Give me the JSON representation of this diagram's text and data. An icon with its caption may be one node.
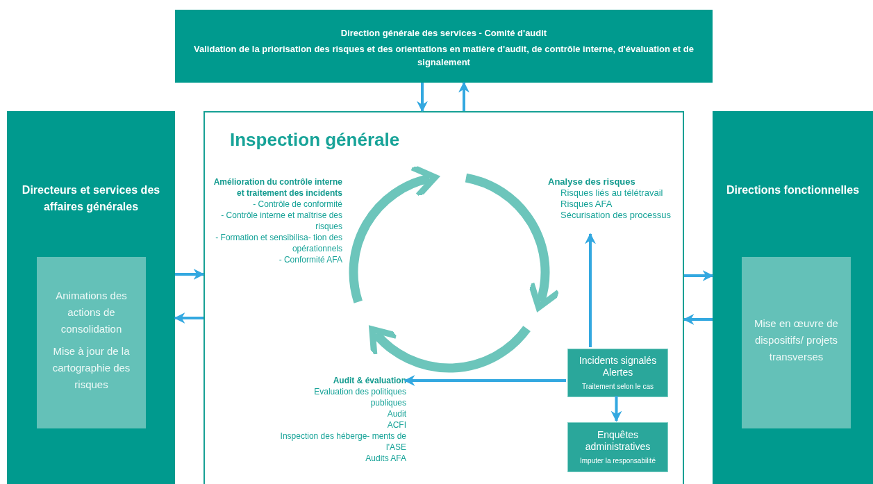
{
  "diagram": {
    "nodes": [
      {
        "text": [
          "Direction générale des services - Comité d'audit",
          "Validation de la priorisation des risques et des orientations en matière d'audit, de contrôle interne, d'évaluation et de signalement"
        ]
      },
      {
        "text": [
          "Inspection générale"
        ]
      },
      {
        "text": [
          "Directeurs et services des affaires générales"
        ]
      },
      {
        "text": [
          "Animations des actions de consolidation",
          "Mise à jour de la cartographie des risques"
        ],
        "in": 2
      },
      {
        "text": [
          "Directions fonctionnelles"
        ]
      },
      {
        "text": [
          "Mise en œuvre de dispositifs/ projets transverses"
        ],
        "in": 4
      },
      {
        "text": [
          "Amélioration du contrôle interne et traitement des incidents",
          "- Contrôle de conformité",
          "-  Contrôle interne et maîtrise des risques",
          "- Formation et sensibilisa- tion des opérationnels",
          "- Conformité AFA"
        ],
        "in": 1
      },
      {
        "text": [
          "Analyse des risques",
          "Risques liés au télétravail",
          "Risques AFA",
          "Sécurisation des processus"
        ],
        "in": 1
      },
      {
        "text": [
          "Audit & évaluation",
          "Evaluation des politiques publiques",
          "Audit",
          "ACFI",
          "Inspection des héberge- ments de l'ASE",
          "Audits AFA"
        ],
        "in": 1
      },
      {
        "text": [
          "Incidents signalés Alertes",
          "Traitement selon le cas"
        ],
        "in": 1
      },
      {
        "text": [
          "Enquêtes administratives",
          "Imputer la responsabilité"
        ],
        "in": 1
      }
    ],
    "edges": [
      {
        "from": 0,
        "to": 1,
        "arrow": "to"
      },
      {
        "from": 1,
        "to": 0,
        "arrow": "to"
      },
      {
        "from": 2,
        "to": 1,
        "arrow": "to"
      },
      {
        "from": 1,
        "to": 2,
        "arrow": "to"
      },
      {
        "from": 1,
        "to": 4,
        "arrow": "to"
      },
      {
        "from": 4,
        "to": 1,
        "arrow": "to"
      },
      {
        "from": 9,
        "to": 7,
        "arrow": "to"
      },
      {
        "from": 9,
        "to": 8,
        "arrow": "to"
      },
      {
        "from": 9,
        "to": 10,
        "arrow": "to"
      }
    ]
  }
}
